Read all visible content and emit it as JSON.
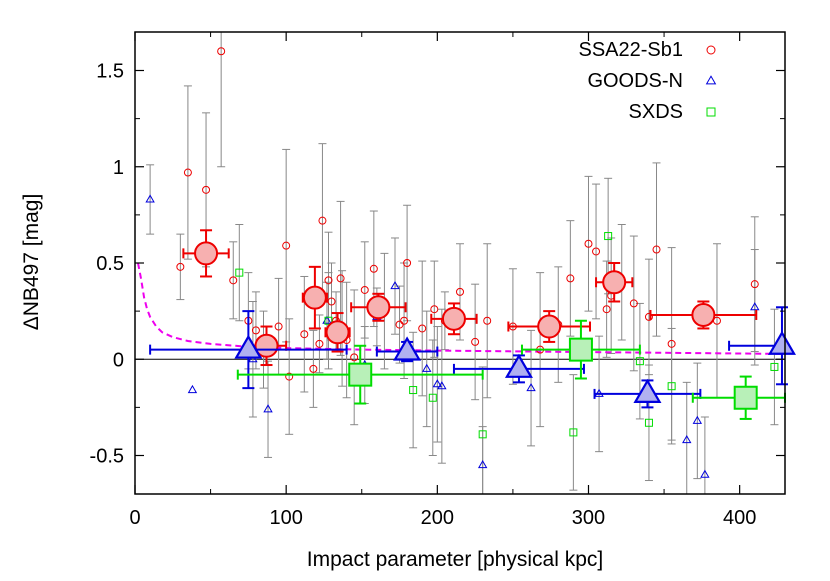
{
  "chart_data": {
    "type": "scatter",
    "xlabel": "Impact parameter [physical kpc]",
    "ylabel": "ΔNB497 [mag]",
    "xlim": [
      0,
      430
    ],
    "ylim": [
      -0.7,
      1.7
    ],
    "xticks": [
      0,
      100,
      200,
      300,
      400
    ],
    "yticks": [
      -0.5,
      0,
      0.5,
      1,
      1.5
    ],
    "xtick_labels": [
      "0",
      "100",
      "200",
      "300",
      "400"
    ],
    "ytick_labels": [
      "-0.5",
      "0",
      "0.5",
      "1",
      "1.5"
    ],
    "legend_position": "top-right",
    "zero_line": true,
    "colors": {
      "ssa22": "#ee0000",
      "goods": "#0000dd",
      "sxds": "#00dd00",
      "individual_err": "#888888",
      "model": "#ee00ee"
    },
    "series": [
      {
        "name": "SSA22-Sb1",
        "marker": "circle",
        "points": [
          {
            "x": 30,
            "y": 0.48,
            "yerr": 0.17
          },
          {
            "x": 35,
            "y": 0.97,
            "yerr": 0.45
          },
          {
            "x": 47,
            "y": 0.88,
            "yerr": 0.4
          },
          {
            "x": 57,
            "y": 1.6,
            "yerr": 0.6
          },
          {
            "x": 65,
            "y": 0.41,
            "yerr": 0.2
          },
          {
            "x": 75,
            "y": 0.2,
            "yerr": 0.25
          },
          {
            "x": 80,
            "y": 0.15,
            "yerr": 0.2
          },
          {
            "x": 85,
            "y": 0.05,
            "yerr": 0.2
          },
          {
            "x": 95,
            "y": 0.17,
            "yerr": 0.25
          },
          {
            "x": 100,
            "y": 0.59,
            "yerr": 0.5
          },
          {
            "x": 102,
            "y": -0.09,
            "yerr": 0.3
          },
          {
            "x": 112,
            "y": 0.13,
            "yerr": 0.3
          },
          {
            "x": 118,
            "y": -0.05,
            "yerr": 0.2
          },
          {
            "x": 122,
            "y": 0.08,
            "yerr": 0.15
          },
          {
            "x": 124,
            "y": 0.72,
            "yerr": 0.4
          },
          {
            "x": 128,
            "y": 0.41,
            "yerr": 0.25
          },
          {
            "x": 130,
            "y": 0.3,
            "yerr": 0.2
          },
          {
            "x": 133,
            "y": 0.2,
            "yerr": 0.15
          },
          {
            "x": 136,
            "y": 0.42,
            "yerr": 0.4
          },
          {
            "x": 140,
            "y": 0.1,
            "yerr": 0.3
          },
          {
            "x": 145,
            "y": 0.01,
            "yerr": 0.35
          },
          {
            "x": 152,
            "y": 0.36,
            "yerr": 0.25
          },
          {
            "x": 158,
            "y": 0.47,
            "yerr": 0.3
          },
          {
            "x": 165,
            "y": 0.25,
            "yerr": 0.3
          },
          {
            "x": 175,
            "y": 0.18,
            "yerr": 0.2
          },
          {
            "x": 178,
            "y": 0.2,
            "yerr": 0.3
          },
          {
            "x": 180,
            "y": 0.5,
            "yerr": 0.3
          },
          {
            "x": 190,
            "y": 0.16,
            "yerr": 0.35
          },
          {
            "x": 198,
            "y": 0.26,
            "yerr": 0.25
          },
          {
            "x": 205,
            "y": 0.2,
            "yerr": 0.15
          },
          {
            "x": 215,
            "y": 0.35,
            "yerr": 0.25
          },
          {
            "x": 225,
            "y": 0.09,
            "yerr": 0.3
          },
          {
            "x": 233,
            "y": 0.2,
            "yerr": 0.4
          },
          {
            "x": 250,
            "y": 0.17,
            "yerr": 0.3
          },
          {
            "x": 268,
            "y": 0.05,
            "yerr": 0.4
          },
          {
            "x": 280,
            "y": 0.18,
            "yerr": 0.3
          },
          {
            "x": 288,
            "y": 0.42,
            "yerr": 0.3
          },
          {
            "x": 300,
            "y": 0.6,
            "yerr": 0.35
          },
          {
            "x": 305,
            "y": 0.56,
            "yerr": 0.35
          },
          {
            "x": 312,
            "y": 0.26,
            "yerr": 0.25
          },
          {
            "x": 315,
            "y": 0.33,
            "yerr": 0.3
          },
          {
            "x": 322,
            "y": 0.4,
            "yerr": 0.3
          },
          {
            "x": 330,
            "y": 0.29,
            "yerr": 0.35
          },
          {
            "x": 340,
            "y": 0.22,
            "yerr": 0.3
          },
          {
            "x": 345,
            "y": 0.57,
            "yerr": 0.45
          },
          {
            "x": 355,
            "y": 0.08,
            "yerr": 0.5
          },
          {
            "x": 385,
            "y": 0.2,
            "yerr": 0.4
          },
          {
            "x": 410,
            "y": 0.39,
            "yerr": 0.35
          }
        ],
        "binned": [
          {
            "x": 47,
            "xerr": 15,
            "y": 0.55,
            "yerr": 0.12
          },
          {
            "x": 87,
            "xerr": 13,
            "y": 0.07,
            "yerr": 0.1
          },
          {
            "x": 119,
            "xerr": 8,
            "y": 0.32,
            "yerr": 0.16
          },
          {
            "x": 134,
            "xerr": 8,
            "y": 0.14,
            "yerr": 0.1
          },
          {
            "x": 161,
            "xerr": 18,
            "y": 0.27,
            "yerr": 0.07
          },
          {
            "x": 211,
            "xerr": 15,
            "y": 0.21,
            "yerr": 0.08
          },
          {
            "x": 274,
            "xerr": 27,
            "y": 0.17,
            "yerr": 0.08
          },
          {
            "x": 317,
            "xerr": 12,
            "y": 0.4,
            "yerr": 0.1
          },
          {
            "x": 376,
            "xerr": 35,
            "y": 0.23,
            "yerr": 0.07
          }
        ]
      },
      {
        "name": "GOODS-N",
        "marker": "triangle",
        "points": [
          {
            "x": 10,
            "y": 0.83,
            "yerr": 0.18
          },
          {
            "x": 38,
            "y": -0.16,
            "yerr": 0.0
          },
          {
            "x": 78,
            "y": 0.0,
            "yerr": 0.3
          },
          {
            "x": 88,
            "y": -0.26,
            "yerr": 0.25
          },
          {
            "x": 127,
            "y": 0.2,
            "yerr": 0.2
          },
          {
            "x": 137,
            "y": 0.16,
            "yerr": 0.3
          },
          {
            "x": 152,
            "y": -0.03,
            "yerr": 0.2
          },
          {
            "x": 160,
            "y": 0.22,
            "yerr": 0.15
          },
          {
            "x": 172,
            "y": 0.38,
            "yerr": 0.25
          },
          {
            "x": 193,
            "y": -0.05,
            "yerr": 0.3
          },
          {
            "x": 200,
            "y": -0.13,
            "yerr": 0.3
          },
          {
            "x": 203,
            "y": -0.14,
            "yerr": 0.4
          },
          {
            "x": 230,
            "y": -0.55,
            "yerr": 0.2
          },
          {
            "x": 262,
            "y": -0.15,
            "yerr": 0.3
          },
          {
            "x": 307,
            "y": -0.18,
            "yerr": 0.3
          },
          {
            "x": 365,
            "y": -0.42,
            "yerr": 0.3
          },
          {
            "x": 372,
            "y": -0.32,
            "yerr": 0.3
          },
          {
            "x": 377,
            "y": -0.6,
            "yerr": 0.3
          },
          {
            "x": 410,
            "y": 0.27,
            "yerr": 0.3
          }
        ],
        "binned": [
          {
            "x": 75,
            "xerr": 65,
            "y": 0.05,
            "yerr": 0.2
          },
          {
            "x": 180,
            "xerr": 20,
            "y": 0.04,
            "yerr": 0.05
          },
          {
            "x": 254,
            "xerr": 43,
            "y": -0.05,
            "yerr": 0.07
          },
          {
            "x": 339,
            "xerr": 35,
            "y": -0.18,
            "yerr": 0.07
          },
          {
            "x": 428,
            "xerr": 35,
            "y": 0.07,
            "yerr": 0.2
          }
        ]
      },
      {
        "name": "SXDS",
        "marker": "square",
        "points": [
          {
            "x": 69,
            "y": 0.45,
            "yerr": 0.25
          },
          {
            "x": 128,
            "y": 0.2,
            "yerr": 0.25
          },
          {
            "x": 184,
            "y": -0.16,
            "yerr": 0.3
          },
          {
            "x": 197,
            "y": -0.2,
            "yerr": 0.3
          },
          {
            "x": 230,
            "y": -0.39,
            "yerr": 0.35
          },
          {
            "x": 290,
            "y": -0.38,
            "yerr": 0.3
          },
          {
            "x": 313,
            "y": 0.64,
            "yerr": 0.3
          },
          {
            "x": 334,
            "y": -0.01,
            "yerr": 0.3
          },
          {
            "x": 340,
            "y": -0.33,
            "yerr": 0.3
          },
          {
            "x": 355,
            "y": -0.14,
            "yerr": 0.3
          },
          {
            "x": 423,
            "y": -0.04,
            "yerr": 0.3
          }
        ],
        "binned": [
          {
            "x": 149,
            "xerr": 81,
            "y": -0.08,
            "yerr": 0.15
          },
          {
            "x": 295,
            "xerr": 39,
            "y": 0.05,
            "yerr": 0.15
          },
          {
            "x": 404,
            "xerr": 35,
            "y": -0.2,
            "yerr": 0.11
          }
        ]
      }
    ],
    "model_curve": {
      "x": [
        2,
        4,
        6,
        8,
        10,
        14,
        18,
        25,
        35,
        50,
        70,
        100,
        150,
        200,
        260,
        330,
        400,
        430
      ],
      "y": [
        0.5,
        0.42,
        0.32,
        0.26,
        0.22,
        0.17,
        0.14,
        0.115,
        0.095,
        0.08,
        0.068,
        0.058,
        0.05,
        0.045,
        0.04,
        0.035,
        0.03,
        0.028
      ]
    }
  }
}
